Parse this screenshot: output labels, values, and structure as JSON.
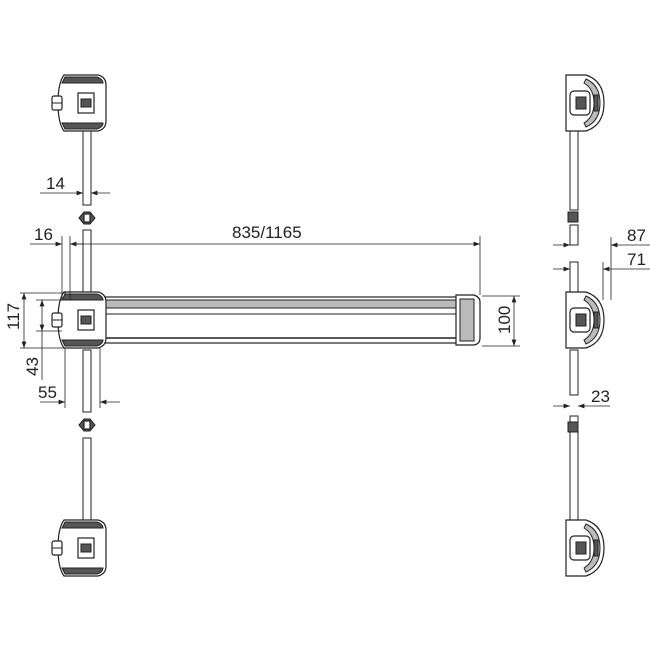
{
  "dimensions": {
    "rod_width": "14",
    "offset": "16",
    "bar_length": "835/1165",
    "lock_height": "117",
    "handle_height": "43",
    "lock_depth": "55",
    "bar_height": "100",
    "side_depth_max": "87",
    "side_depth": "71",
    "side_rod_width": "23"
  }
}
